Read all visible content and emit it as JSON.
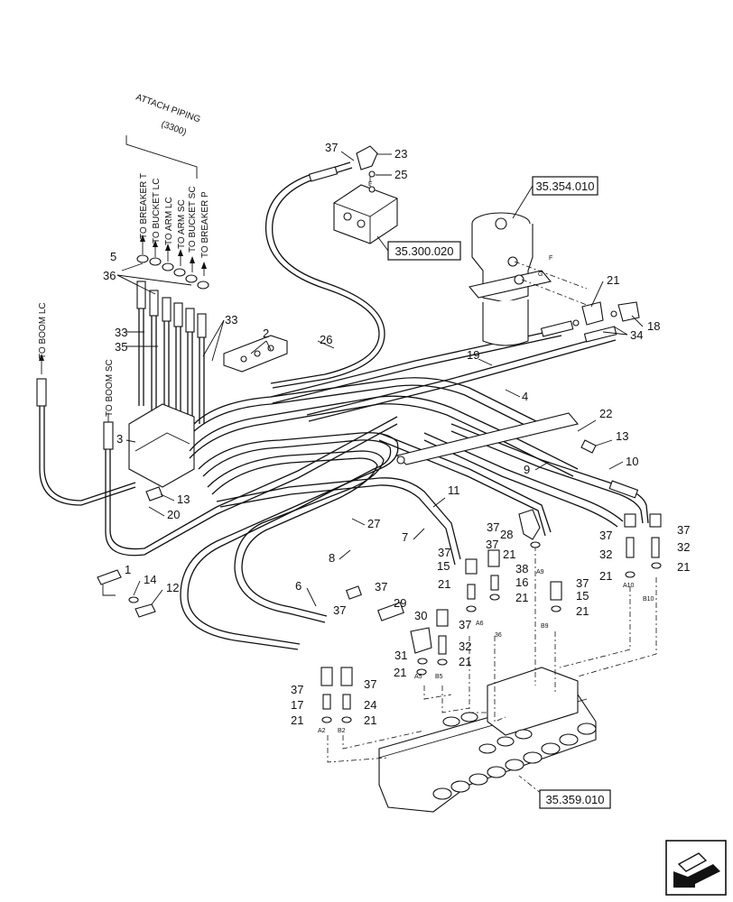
{
  "attach_title": "ATTACH PIPING",
  "attach_ref": "(3300)",
  "side_labels": {
    "boom_lc": "TO BOOM LC",
    "boom_sc": "TO BOOM SC",
    "breaker_t": "TO BREAKER T",
    "bucket_lc": "TO BUCKET LC",
    "arm_lc": "TO ARM LC",
    "arm_sc": "TO ARM SC",
    "bucket_sc": "TO BUCKET SC",
    "breaker_p": "TO BREAKER P"
  },
  "refs": {
    "swivel": "35.354.010",
    "block": "35.300.020",
    "valve": "35.359.010"
  },
  "port_labels": {
    "A2": "A2",
    "B2": "B2",
    "A5": "A5",
    "B5": "B5",
    "A6": "A6",
    "B6": "36",
    "A9": "A9",
    "B9": "B9",
    "A10": "A10",
    "B10": "B10",
    "F": "F",
    "G": "G"
  },
  "callouts": {
    "c1": "1",
    "c2": "2",
    "c3": "3",
    "c4": "4",
    "c5": "5",
    "c6": "6",
    "c7": "7",
    "c8": "8",
    "c9": "9",
    "c10": "10",
    "c11": "11",
    "c12": "12",
    "c13a": "13",
    "c13b": "13",
    "c14": "14",
    "c15a": "15",
    "c15b": "15",
    "c16": "16",
    "c17": "17",
    "c18": "18",
    "c19": "19",
    "c20": "20",
    "c21a": "21",
    "c21b": "21",
    "c21c": "21",
    "c21d": "21",
    "c21e": "21",
    "c21f": "21",
    "c21g": "21",
    "c21h": "21",
    "c21i": "21",
    "c21j": "21",
    "c21k": "21",
    "c22": "22",
    "c23": "23",
    "c24": "24",
    "c25": "25",
    "c26": "26",
    "c27": "27",
    "c28": "28",
    "c29": "29",
    "c30": "30",
    "c31": "31",
    "c32a": "32",
    "c32b": "32",
    "c32c": "32",
    "c33a": "33",
    "c33b": "33",
    "c34": "34",
    "c35": "35",
    "c36": "36",
    "c37a": "37",
    "c37b": "37",
    "c37c": "37",
    "c37d": "37",
    "c37e": "37",
    "c37f": "37",
    "c37g": "37",
    "c37h": "37",
    "c37i": "37",
    "c37j": "37",
    "c37k": "37",
    "c37l": "37",
    "c38": "38"
  }
}
